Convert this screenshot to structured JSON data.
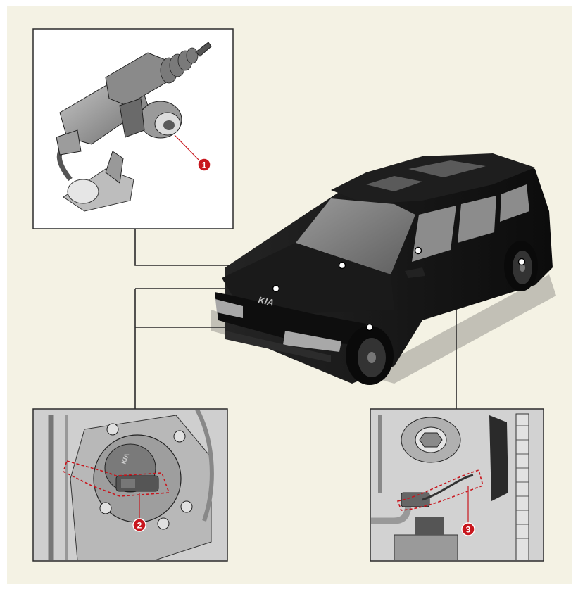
{
  "colors": {
    "background": "#f4f2e4",
    "callout": "#c8161d",
    "panel_border": "#2b2b2b",
    "vehicle_body": "#141414",
    "leader_line": "#2b2b2b"
  },
  "callouts": [
    {
      "number": "1",
      "component": "actuator-assembly"
    },
    {
      "number": "2",
      "component": "wheel-hub-sensor-connector"
    },
    {
      "number": "3",
      "component": "rear-harness-connector"
    }
  ],
  "vehicle": {
    "badge": "KIA"
  },
  "part_labels": {
    "sensor_cover_text": "KIA"
  }
}
